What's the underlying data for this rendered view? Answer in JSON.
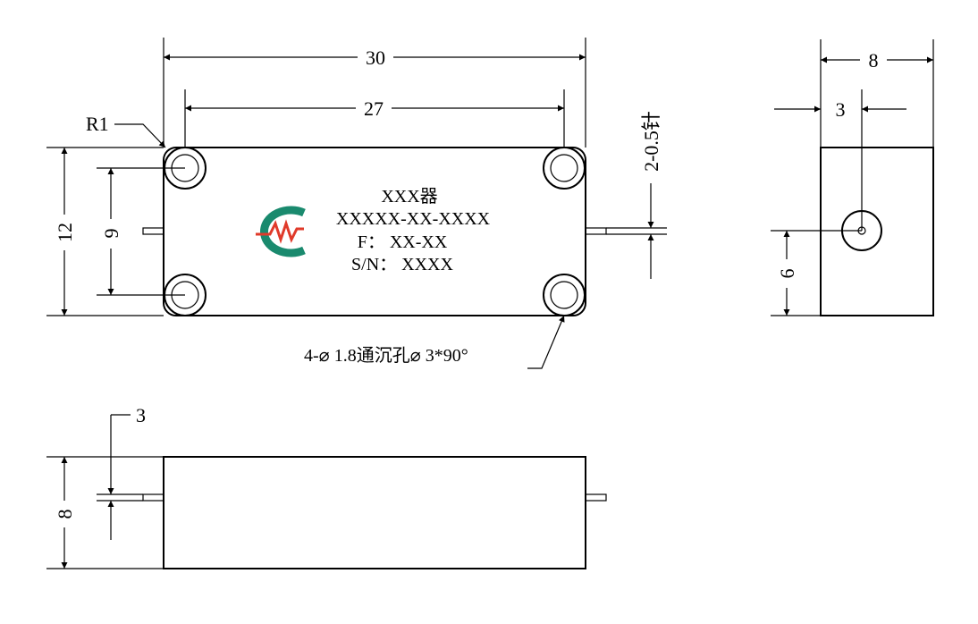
{
  "dimensions": {
    "top_overall_width": "30",
    "top_hole_spacing": "27",
    "corner_radius": "R1",
    "pin_note": "2-0.5针",
    "top_overall_height": "12",
    "top_hole_vertical": "9",
    "side_width": "8",
    "side_pin_offset": "3",
    "side_pin_height": "6",
    "front_height": "8",
    "front_pin_offset": "3"
  },
  "hole_note": "4-⌀ 1.8通沉孔⌀ 3*90°",
  "label": {
    "line1": "XXX器",
    "line2": "XXXXX-XX-XXXX",
    "line3": "F： XX-XX",
    "line4": "S/N： XXXX"
  },
  "logo": {
    "colors": {
      "arc": "#1a8a6e",
      "wave": "#e03a2a"
    }
  }
}
